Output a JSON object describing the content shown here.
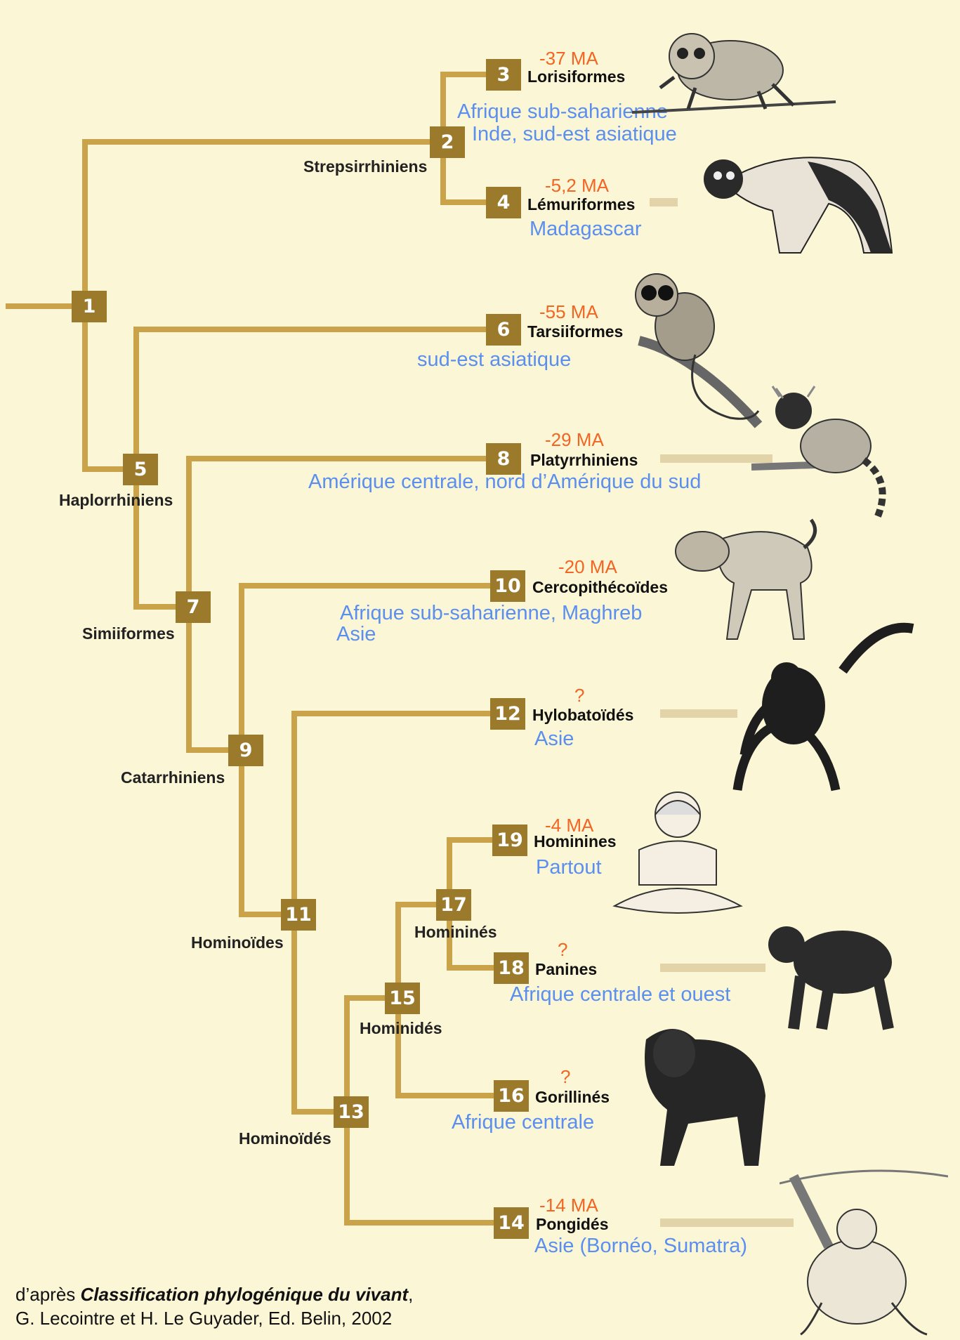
{
  "tree": {
    "branch_color": "#c9a24a",
    "node_color": "#9c7a2c",
    "nodes": [
      {
        "id": "1",
        "label": "1"
      },
      {
        "id": "2",
        "label": "2",
        "clade": "Strepsirrhiniens"
      },
      {
        "id": "3",
        "label": "3"
      },
      {
        "id": "4",
        "label": "4"
      },
      {
        "id": "5",
        "label": "5",
        "clade": "Haplorrhiniens"
      },
      {
        "id": "6",
        "label": "6"
      },
      {
        "id": "7",
        "label": "7",
        "clade": "Simiiformes"
      },
      {
        "id": "8",
        "label": "8"
      },
      {
        "id": "9",
        "label": "9",
        "clade": "Catarrhiniens"
      },
      {
        "id": "10",
        "label": "10"
      },
      {
        "id": "11",
        "label": "11",
        "clade": "Hominoïdes"
      },
      {
        "id": "12",
        "label": "12"
      },
      {
        "id": "13",
        "label": "13",
        "clade": "Hominoïdés"
      },
      {
        "id": "14",
        "label": "14"
      },
      {
        "id": "15",
        "label": "15",
        "clade": "Hominidés"
      },
      {
        "id": "16",
        "label": "16"
      },
      {
        "id": "17",
        "label": "17",
        "clade": "Homininés"
      },
      {
        "id": "18",
        "label": "18"
      },
      {
        "id": "19",
        "label": "19"
      }
    ],
    "edges": [
      [
        "1",
        "2"
      ],
      [
        "1",
        "5"
      ],
      [
        "2",
        "3"
      ],
      [
        "2",
        "4"
      ],
      [
        "5",
        "6"
      ],
      [
        "5",
        "7"
      ],
      [
        "7",
        "8"
      ],
      [
        "7",
        "9"
      ],
      [
        "9",
        "10"
      ],
      [
        "9",
        "11"
      ],
      [
        "11",
        "12"
      ],
      [
        "11",
        "13"
      ],
      [
        "13",
        "14"
      ],
      [
        "13",
        "15"
      ],
      [
        "15",
        "16"
      ],
      [
        "15",
        "17"
      ],
      [
        "17",
        "18"
      ],
      [
        "17",
        "19"
      ]
    ]
  },
  "taxa": [
    {
      "node": "3",
      "name": "Lorisiformes",
      "age": "-37 MA",
      "geo": [
        "Afrique sub-saharienne",
        "Inde, sud-est asiatique"
      ],
      "animal": "loris-illustration"
    },
    {
      "node": "4",
      "name": "Lémuriformes",
      "age": "-5,2 MA",
      "geo": [
        "Madagascar"
      ],
      "animal": "lemur-illustration"
    },
    {
      "node": "6",
      "name": "Tarsiiformes",
      "age": "-55 MA",
      "geo": [
        "sud-est asiatique"
      ],
      "animal": "tarsier-illustration"
    },
    {
      "node": "8",
      "name": "Platyrrhiniens",
      "age": "-29 MA",
      "geo": [
        "Amérique centrale, nord d’Amérique du sud"
      ],
      "animal": "marmoset-illustration"
    },
    {
      "node": "10",
      "name": "Cercopithécoïdes",
      "age": "-20 MA",
      "geo": [
        "Afrique sub-saharienne, Maghreb",
        "Asie"
      ],
      "animal": "baboon-illustration"
    },
    {
      "node": "12",
      "name": "Hylobatoïdés",
      "age": "?",
      "geo": [
        "Asie"
      ],
      "animal": "gibbon-illustration"
    },
    {
      "node": "19",
      "name": "Hominines",
      "age": "-4 MA",
      "geo": [
        "Partout"
      ],
      "animal": "human-illustration"
    },
    {
      "node": "18",
      "name": "Panines",
      "age": "?",
      "geo": [
        "Afrique centrale et ouest"
      ],
      "animal": "chimpanzee-illustration"
    },
    {
      "node": "16",
      "name": "Gorillinés",
      "age": "?",
      "geo": [
        "Afrique centrale"
      ],
      "animal": "gorilla-illustration"
    },
    {
      "node": "14",
      "name": "Pongidés",
      "age": "-14 MA",
      "geo": [
        "Asie (Bornéo, Sumatra)"
      ],
      "animal": "orangutan-illustration"
    }
  ],
  "citation": {
    "prefix": "d’après ",
    "book": "Classification phylogénique du vivant",
    "suffix": ",",
    "line2": "G. Lecointre et H. Le Guyader, Ed. Belin, 2002"
  }
}
